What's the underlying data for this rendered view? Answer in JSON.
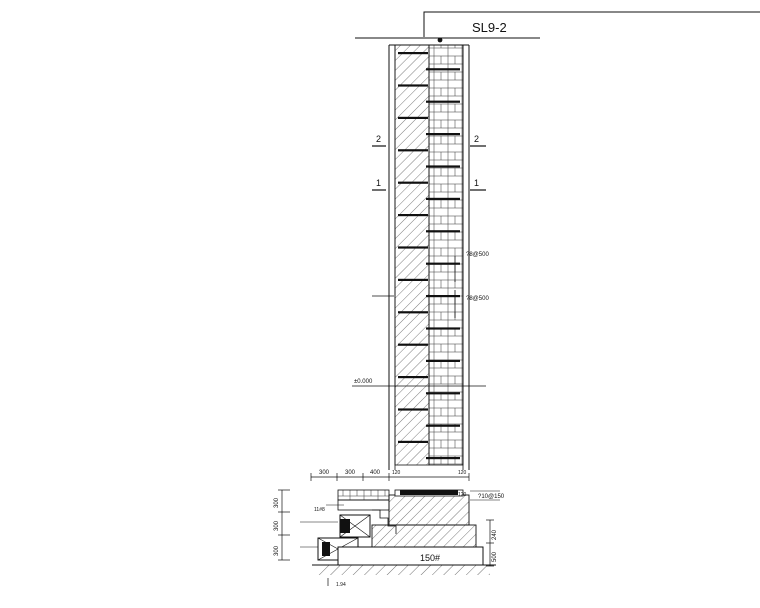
{
  "title": "SL9-2",
  "section_marks": {
    "upper": "2",
    "lower": "1"
  },
  "notes": {
    "top_left": "",
    "rebar_upper": "?8@500",
    "rebar_upper_suffix": "",
    "rebar_lower": "?8@500",
    "rebar_lower_suffix": "",
    "elevation": "±0.000",
    "opening": "",
    "footing_rebar": "?10@150",
    "footing_rebar_suffix": "",
    "slab": "",
    "bottom_concrete": "150#",
    "bottom_concrete_suffix": "",
    "ground": "",
    "ground_value": "1.94",
    "left_note_1": "",
    "left_note_2": "",
    "left_note_3": "11#8",
    "left_note_4": "",
    "left_note_5": "",
    "right_note_1": "",
    "right_note_2": "",
    "right_note_3": "",
    "beam_note": ""
  },
  "dimensions": {
    "top": [
      "300",
      "300",
      "400"
    ],
    "left": [
      "300",
      "300",
      "300"
    ],
    "right": [
      "240",
      "500"
    ],
    "wall_top_left": "120",
    "wall_top_right": "120",
    "footing": "120"
  },
  "colors": {
    "line": "#111111",
    "hatch": "#222222",
    "background": "#ffffff"
  }
}
